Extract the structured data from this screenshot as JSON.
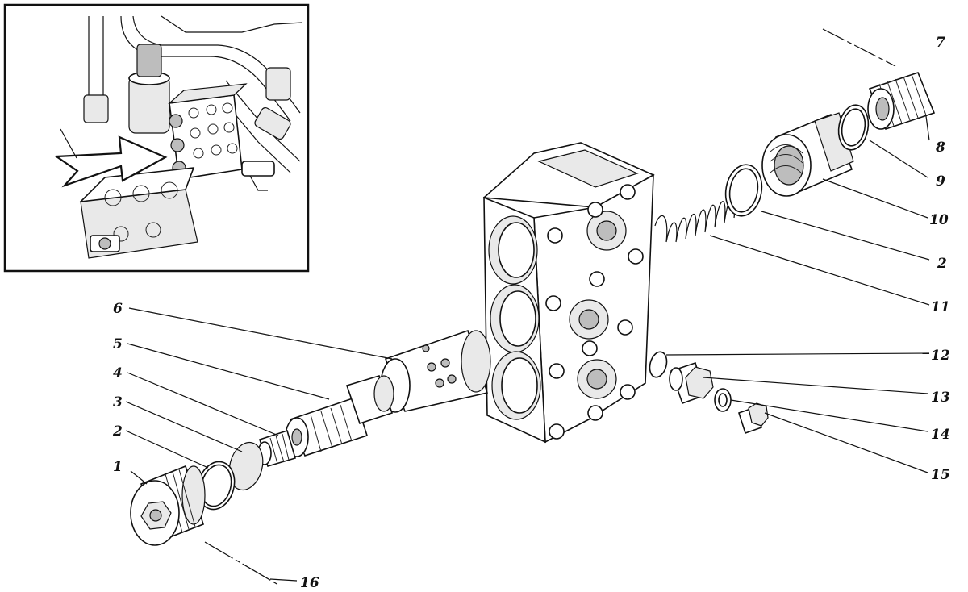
{
  "labels": [
    {
      "id": "1",
      "text": "1"
    },
    {
      "id": "2a",
      "text": "2"
    },
    {
      "id": "3",
      "text": "3"
    },
    {
      "id": "4",
      "text": "4"
    },
    {
      "id": "5",
      "text": "5"
    },
    {
      "id": "6",
      "text": "6"
    },
    {
      "id": "7",
      "text": "7"
    },
    {
      "id": "8",
      "text": "8"
    },
    {
      "id": "9",
      "text": "9"
    },
    {
      "id": "10",
      "text": "10"
    },
    {
      "id": "2b",
      "text": "2"
    },
    {
      "id": "11",
      "text": "11"
    },
    {
      "id": "12",
      "text": "12"
    },
    {
      "id": "13",
      "text": "13"
    },
    {
      "id": "14",
      "text": "14"
    },
    {
      "id": "15",
      "text": "15"
    },
    {
      "id": "16",
      "text": "16"
    }
  ]
}
